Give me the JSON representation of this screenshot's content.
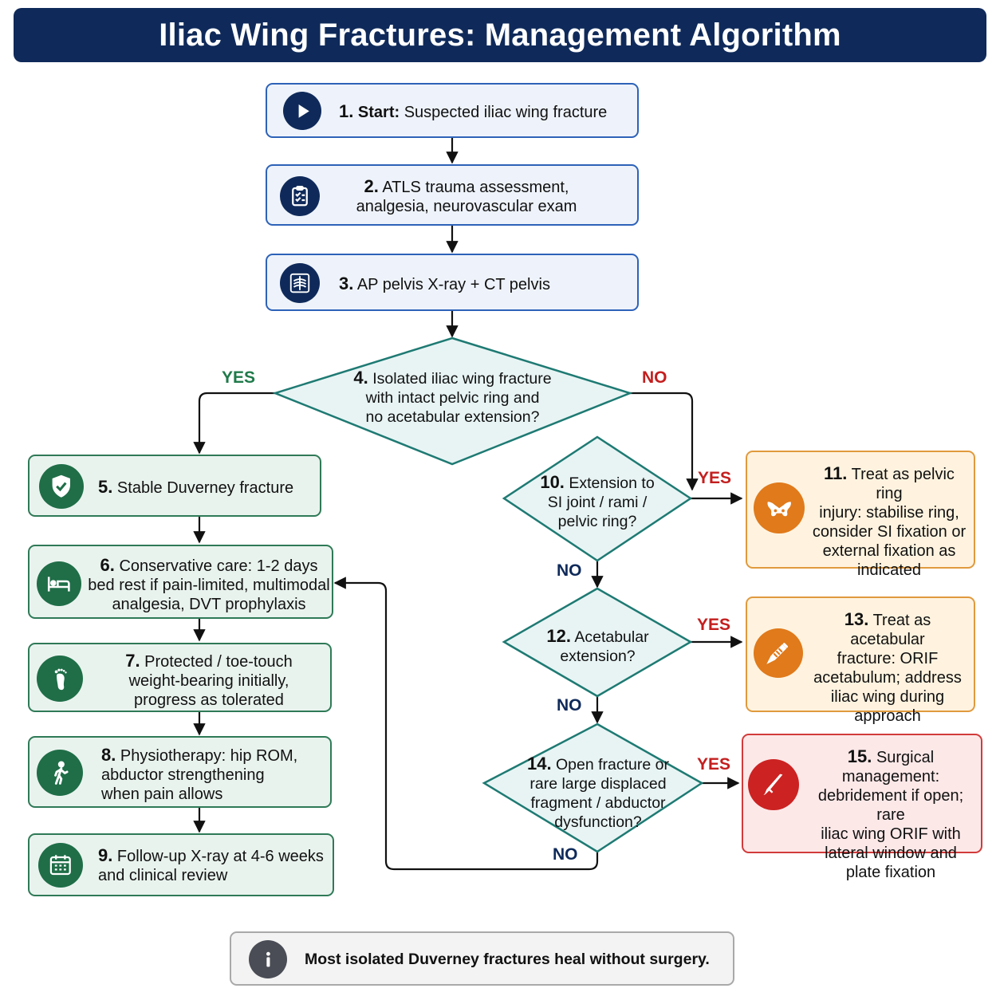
{
  "title": "Iliac Wing Fractures: Management Algorithm",
  "steps": {
    "s1": {
      "num": "1.",
      "lead": "Start:",
      "text": "Suspected iliac wing fracture",
      "icon": "play-icon"
    },
    "s2": {
      "num": "2.",
      "line1": "ATLS trauma assessment,",
      "line2": "analgesia, neurovascular exam",
      "icon": "clipboard-icon"
    },
    "s3": {
      "num": "3.",
      "text": "AP pelvis X-ray + CT pelvis",
      "icon": "xray-chest-icon"
    },
    "s4": {
      "num": "4.",
      "line1": "Isolated iliac wing fracture",
      "line2": "with intact pelvic ring and",
      "line3": "no acetabular extension?"
    },
    "s5": {
      "num": "5.",
      "text": "Stable Duverney fracture",
      "icon": "shield-check-icon"
    },
    "s6": {
      "num": "6.",
      "line1": "Conservative care: 1-2 days",
      "line2": "bed rest if pain-limited, multimodal",
      "line3": "analgesia, DVT prophylaxis",
      "icon": "bed-icon"
    },
    "s7": {
      "num": "7.",
      "line1": "Protected / toe-touch",
      "line2": "weight-bearing initially,",
      "line3": "progress as tolerated",
      "icon": "footprint-icon"
    },
    "s8": {
      "num": "8.",
      "line1": "Physiotherapy: hip ROM,",
      "line2": "abductor strengthening",
      "line3": "when pain allows",
      "icon": "walking-person-icon"
    },
    "s9": {
      "num": "9.",
      "line1": "Follow-up X-ray at 4-6 weeks",
      "line2": "and clinical review",
      "icon": "calendar-icon"
    },
    "s10": {
      "num": "10.",
      "line1": "Extension to",
      "line2": "SI joint / rami /",
      "line3": "pelvic ring?"
    },
    "s11": {
      "num": "11.",
      "line1": "Treat as pelvic ring",
      "line2": "injury: stabilise ring,",
      "line3": "consider SI fixation or",
      "line4": "external fixation as",
      "line5": "indicated",
      "icon": "pelvis-icon"
    },
    "s12": {
      "num": "12.",
      "line1": "Acetabular",
      "line2": "extension?"
    },
    "s13": {
      "num": "13.",
      "line1": "Treat as acetabular",
      "line2": "fracture: ORIF",
      "line3": "acetabulum; address",
      "line4": "iliac wing during",
      "line5": "approach",
      "icon": "screw-icon"
    },
    "s14": {
      "num": "14.",
      "line1": "Open fracture or",
      "line2": "rare large displaced",
      "line3": "fragment / abductor",
      "line4": "dysfunction?"
    },
    "s15": {
      "num": "15.",
      "line1": "Surgical management:",
      "line2": "debridement if open; rare",
      "line3": "iliac wing ORIF with",
      "line4": "lateral window and",
      "line5": "plate fixation",
      "icon": "scalpel-icon"
    }
  },
  "labels": {
    "yes": "YES",
    "no": "NO"
  },
  "note": {
    "text": "Most isolated Duverney fractures heal without surgery.",
    "icon": "info-icon"
  },
  "colors": {
    "navy": "#0f2a5a",
    "green": "#1f6e48",
    "orange": "#e07a1b",
    "red": "#cc2222",
    "teal_diamond": "#1e7a73"
  }
}
